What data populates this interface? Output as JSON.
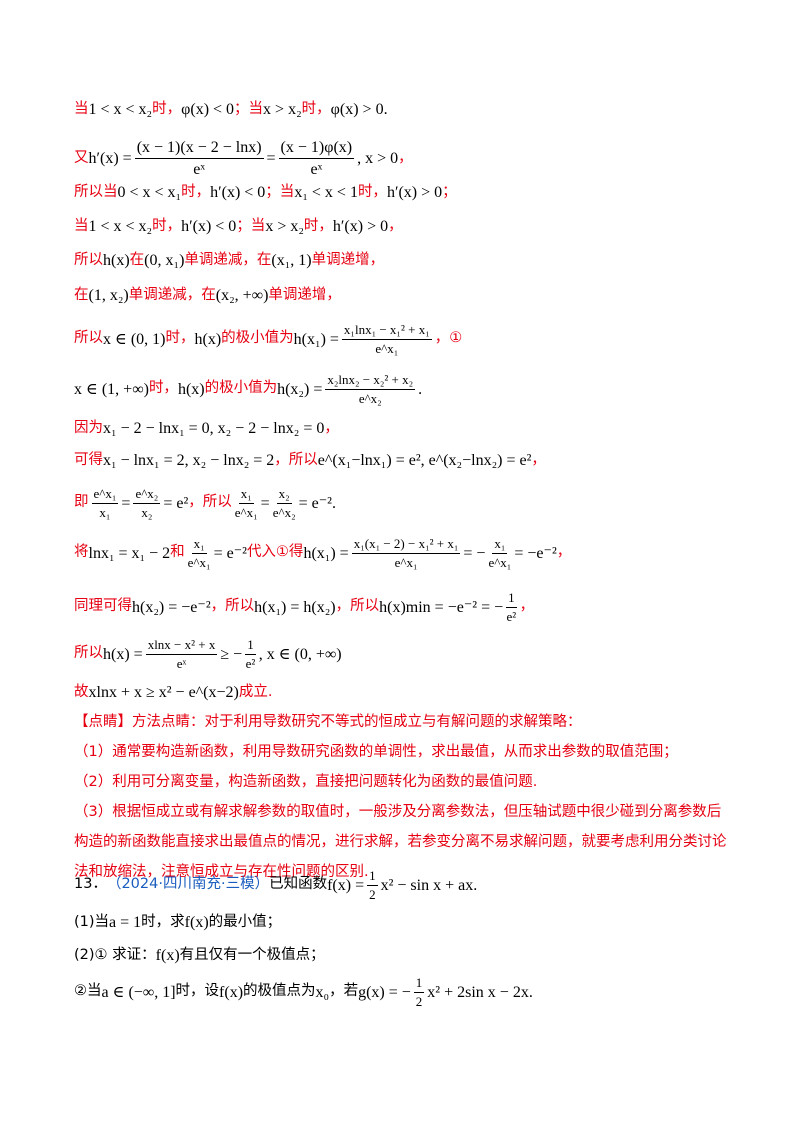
{
  "lines": {
    "l1_a": "当",
    "l1_m1": "1 < x < x₂",
    "l1_b": "时，",
    "l1_m2": "φ(x) < 0",
    "l1_c": "；当",
    "l1_m3": "x > x₂",
    "l1_d": "时，",
    "l1_m4": "φ(x) > 0",
    "l1_e": ".",
    "l2_a": "又",
    "l2_m1": "h′(x) =",
    "l2_n1": "(x − 1)(x − 2 − lnx)",
    "l2_d1": "eˣ",
    "l2_n2": "(x − 1)φ(x)",
    "l2_d2": "eˣ",
    "l2_m2": ", x > 0",
    "l2_e": "，",
    "l3_a": "所以当",
    "l3_m1": "0 < x < x₁",
    "l3_b": "时，",
    "l3_m2": "h′(x) < 0",
    "l3_c": "；当",
    "l3_m3": "x₁ < x < 1",
    "l3_d": "时，",
    "l3_m4": "h′(x) > 0",
    "l3_e": "；",
    "l4_a": "当",
    "l4_m1": "1 < x < x₂",
    "l4_b": "时，",
    "l4_m2": "h′(x) < 0",
    "l4_c": "；当",
    "l4_m3": "x > x₂",
    "l4_d": "时，",
    "l4_m4": "h′(x) > 0",
    "l4_e": "，",
    "l5_a": "所以",
    "l5_m1": "h(x)",
    "l5_b": "在",
    "l5_m2": "(0, x₁)",
    "l5_c": "单调递减，在",
    "l5_m3": "(x₁, 1)",
    "l5_d": "单调递增，",
    "l6_a": "在",
    "l6_m1": "(1, x₂)",
    "l6_b": "单调递减，在",
    "l6_m2": "(x₂, +∞)",
    "l6_c": "单调递增，",
    "l7_a": "所以",
    "l7_m1": "x ∈ (0, 1)",
    "l7_b": "时，",
    "l7_m2": "h(x)",
    "l7_c": "的极小值为",
    "l7_m3": "h(x₁) =",
    "l7_n": "x₁lnx₁ − x₁² + x₁",
    "l7_d": "e^x₁",
    "l7_e": "，①",
    "l8_m1": "x ∈ (1, +∞)",
    "l8_b": "时，",
    "l8_m2": "h(x)",
    "l8_c": "的极小值为",
    "l8_m3": "h(x₂) =",
    "l8_n": "x₂lnx₂ − x₂² + x₂",
    "l8_d": "e^x₂",
    "l8_e": ".",
    "l9_a": "因为",
    "l9_m1": "x₁ − 2 − lnx₁ = 0, x₂ − 2 − lnx₂ = 0",
    "l9_e": "，",
    "l10_a": "可得",
    "l10_m1": "x₁ − lnx₁ = 2, x₂ − lnx₂ = 2",
    "l10_b": "，所以",
    "l10_m2": "e^(x₁−lnx₁) = e², e^(x₂−lnx₂) = e²",
    "l10_e": "，",
    "l11_a": "即",
    "l11_n1": "e^x₁",
    "l11_d1": "x₁",
    "l11_n2": "e^x₂",
    "l11_d2": "x₂",
    "l11_m1": "= e²",
    "l11_b": "，所以",
    "l11_n3": "x₁",
    "l11_d3": "e^x₁",
    "l11_n4": "x₂",
    "l11_d4": "e^x₂",
    "l11_m2": "= e⁻²",
    "l11_e": ".",
    "l12_a": "将",
    "l12_m1": "lnx₁ = x₁ − 2",
    "l12_b": "和",
    "l12_n1": "x₁",
    "l12_d1": "e^x₁",
    "l12_m2": "= e⁻²",
    "l12_c": "代入①得",
    "l12_m3": "h(x₁) =",
    "l12_n2": "x₁(x₁ − 2) − x₁² + x₁",
    "l12_d2": "e^x₁",
    "l12_m4": "= −",
    "l12_n3": "x₁",
    "l12_d3": "e^x₁",
    "l12_m5": "= −e⁻²",
    "l12_e": "，",
    "l13_a": "同理可得",
    "l13_m1": "h(x₂) = −e⁻²",
    "l13_b": "，所以",
    "l13_m2": "h(x₁) = h(x₂)",
    "l13_c": "，所以",
    "l13_m3": "h(x)min = −e⁻² = −",
    "l13_n": "1",
    "l13_d": "e²",
    "l13_e": "，",
    "l14_a": "所以",
    "l14_m1": "h(x) =",
    "l14_n": "xlnx − x² + x",
    "l14_d": "eˣ",
    "l14_m2": "≥ −",
    "l14_n2": "1",
    "l14_d2": "e²",
    "l14_m3": ", x ∈ (0, +∞)",
    "l15_a": "故",
    "l15_m1": "xlnx + x ≥ x² − e^(x−2)",
    "l15_b": "成立."
  },
  "tips": {
    "head": "【点睛】方法点睛：对于利用导数研究不等式的恒成立与有解问题的求解策略：",
    "p1": "（1）通常要构造新函数，利用导数研究函数的单调性，求出最值，从而求出参数的取值范围；",
    "p2": "（2）利用可分离变量，构造新函数，直接把问题转化为函数的最值问题.",
    "p3": "（3）根据恒成立或有解求解参数的取值时，一般涉及分离参数法，但压轴试题中很少碰到分离参数后构造的新函数能直接求出最值点的情况，进行求解，若参变分离不易求解问题，就要考虑利用分类讨论法和放缩法，注意恒成立与存在性问题的区别."
  },
  "problem": {
    "num": "13．",
    "source": "（2024·四川南充·三模）",
    "intro": "已知函数",
    "f_lhs": "f(x) =",
    "f_n": "1",
    "f_d": "2",
    "f_rhs": "x² − sin x + ax",
    "f_end": ".",
    "q1_a": "(1)当",
    "q1_m1": "a = 1",
    "q1_b": "时，求",
    "q1_m2": "f(x)",
    "q1_c": "的最小值；",
    "q2_a": "(2)① 求证：",
    "q2_m1": "f(x)",
    "q2_b": "有且仅有一个极值点；",
    "q3_a": "②当",
    "q3_m1": "a ∈ (−∞, 1]",
    "q3_b": "时，设",
    "q3_m2": "f(x)",
    "q3_c": "的极值点为",
    "q3_m3": "x₀",
    "q3_d": "，若",
    "q3_m4": "g(x) = −",
    "q3_n": "1",
    "q3_dd": "2",
    "q3_m5": "x² + 2sin x − 2x",
    "q3_e": "."
  },
  "colors": {
    "solution": "#e60012",
    "source": "#1a5cbf",
    "text": "#000000"
  }
}
